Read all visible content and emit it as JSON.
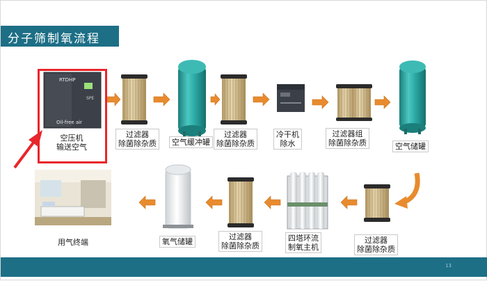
{
  "title": "分子筛制氧流程",
  "page_number": "13",
  "equipment": {
    "compressor": {
      "brand": "RTDHP",
      "tag": "SPE",
      "slogan": "Oil-free air",
      "line1": "空压机",
      "line2": "输送空气"
    },
    "filter1": {
      "line1": "过滤器",
      "line2": "除菌除杂质"
    },
    "buffer_tank": {
      "line1": "空气缓冲罐"
    },
    "filter2": {
      "line1": "过滤器",
      "line2": "除菌除杂质"
    },
    "dryer": {
      "line1": "冷干机",
      "line2": "除水"
    },
    "filter_group": {
      "line1": "过滤器组",
      "line2": "除菌除杂质"
    },
    "air_tank": {
      "line1": "空气储罐"
    },
    "filter3": {
      "line1": "过滤器",
      "line2": "除菌除杂质"
    },
    "tower": {
      "line1": "四塔环流",
      "line2": "制氧主机"
    },
    "filter4": {
      "line1": "过滤器",
      "line2": "除菌除杂质"
    },
    "oxygen_tank": {
      "line1": "氧气储罐"
    },
    "terminal": {
      "line1": "用气终端"
    }
  },
  "colors": {
    "teal": "#1d6f86",
    "arrow": "#e88b2e",
    "highlight": "#e8262b",
    "tank": "#2ba9a5"
  }
}
